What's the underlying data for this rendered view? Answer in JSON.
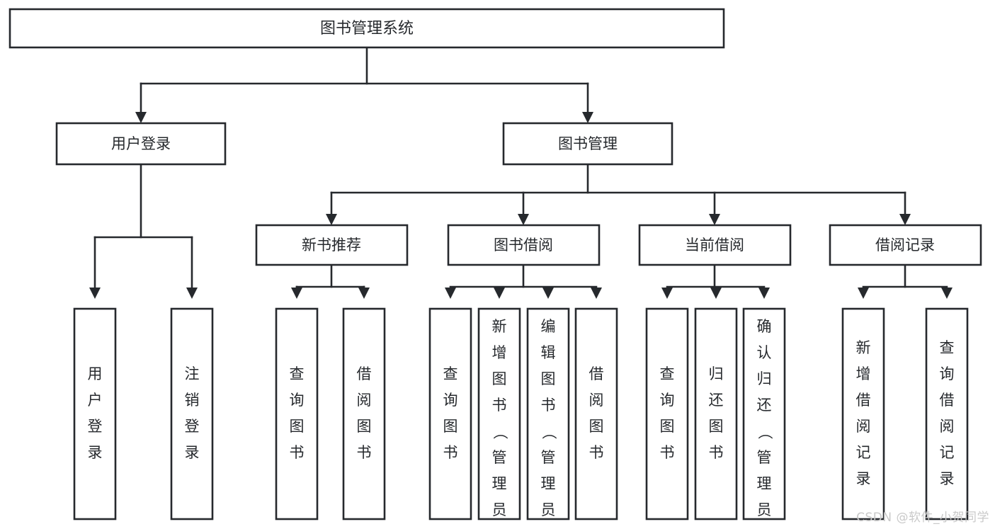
{
  "diagram": {
    "type": "tree",
    "title": "图书管理系统",
    "watermark": "CSDN @软件_小贺同学",
    "colors": {
      "stroke": "#26292d",
      "fill": "#ffffff",
      "background": "#ffffff",
      "watermark": "#c9c9c9"
    },
    "root": {
      "label": "图书管理系统"
    },
    "level2": [
      {
        "label": "用户登录"
      },
      {
        "label": "图书管理"
      }
    ],
    "level3": [
      {
        "label": "新书推荐"
      },
      {
        "label": "图书借阅"
      },
      {
        "label": "当前借阅"
      },
      {
        "label": "借阅记录"
      }
    ],
    "leaves": {
      "user_login": [
        {
          "label": "用户登录"
        },
        {
          "label": "注销登录"
        }
      ],
      "new_book": [
        {
          "label": "查询图书"
        },
        {
          "label": "借阅图书"
        }
      ],
      "book_borrow": [
        {
          "label": "查询图书"
        },
        {
          "label": "新增图书（管理员）"
        },
        {
          "label": "编辑图书（管理员）"
        },
        {
          "label": "借阅图书"
        }
      ],
      "current_borrow": [
        {
          "label": "查询图书"
        },
        {
          "label": "归还图书"
        },
        {
          "label": "确认归还（管理员）"
        }
      ],
      "borrow_record": [
        {
          "label": "新增借阅记录"
        },
        {
          "label": "查询借阅记录"
        }
      ]
    }
  }
}
